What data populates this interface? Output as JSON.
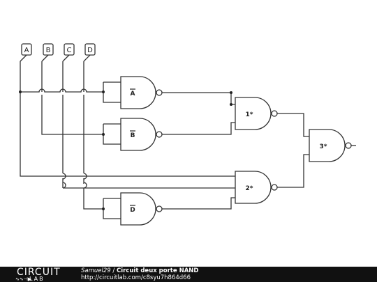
{
  "inputs": [
    "A",
    "B",
    "C",
    "D"
  ],
  "gates": {
    "g_a": "A",
    "g_b": "B",
    "g_d": "D",
    "g1": "1*",
    "g2": "2*",
    "g3": "3*"
  },
  "footer": {
    "logo_main": "CIRCUIT",
    "logo_sub": "LAB",
    "logo_symbol": "∿∿⊣▶",
    "author": "Samuel29",
    "separator": " / ",
    "title": "Circuit deux porte NAND",
    "url": "http://circuitlab.com/c8syu7h864d66"
  }
}
